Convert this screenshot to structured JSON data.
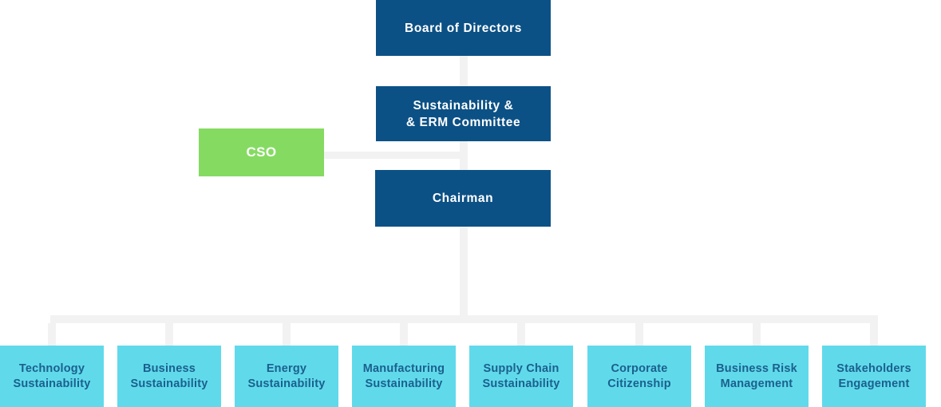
{
  "colors": {
    "dark_blue": "#0C5185",
    "green": "#85DB62",
    "cyan": "#60DAEB",
    "connector_gray": "#F2F2F3",
    "text_on_dark": "#FFFFFF",
    "text_on_cyan": "#1B608D",
    "background": "#FFFFFF"
  },
  "org_chart": {
    "board": {
      "label": "Board of Directors"
    },
    "committee": {
      "label_line1": "Sustainability &",
      "label_line2": "& ERM Committee"
    },
    "cso": {
      "label": "CSO"
    },
    "chairman": {
      "label": "Chairman"
    },
    "departments": [
      {
        "slug": "technology-sustainability",
        "label_line1": "Technology",
        "label_line2": "Sustainability"
      },
      {
        "slug": "business-sustainability",
        "label_line1": "Business",
        "label_line2": "Sustainability"
      },
      {
        "slug": "energy-sustainability",
        "label_line1": "Energy",
        "label_line2": "Sustainability"
      },
      {
        "slug": "manufacturing-sustainability",
        "label_line1": "Manufacturing",
        "label_line2": "Sustainability"
      },
      {
        "slug": "supply-chain-sustainability",
        "label_line1": "Supply Chain",
        "label_line2": "Sustainability"
      },
      {
        "slug": "corporate-citizenship",
        "label_line1": "Corporate",
        "label_line2": "Citizenship"
      },
      {
        "slug": "business-risk-management",
        "label_line1": "Business Risk",
        "label_line2": "Management"
      },
      {
        "slug": "stakeholders-engagement",
        "label_line1": "Stakeholders",
        "label_line2": "Engagement"
      }
    ]
  }
}
